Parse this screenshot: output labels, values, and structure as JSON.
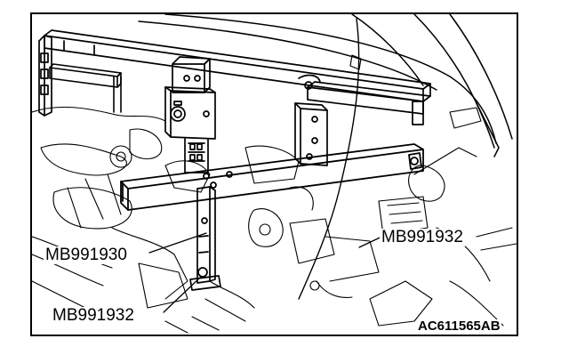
{
  "callouts": {
    "left_upper": "MB991930",
    "left_lower": "MB991932",
    "right": "MB991932"
  },
  "figure_code": "AC611565AB",
  "colors": {
    "ink": "#000000",
    "paper": "#ffffff"
  }
}
